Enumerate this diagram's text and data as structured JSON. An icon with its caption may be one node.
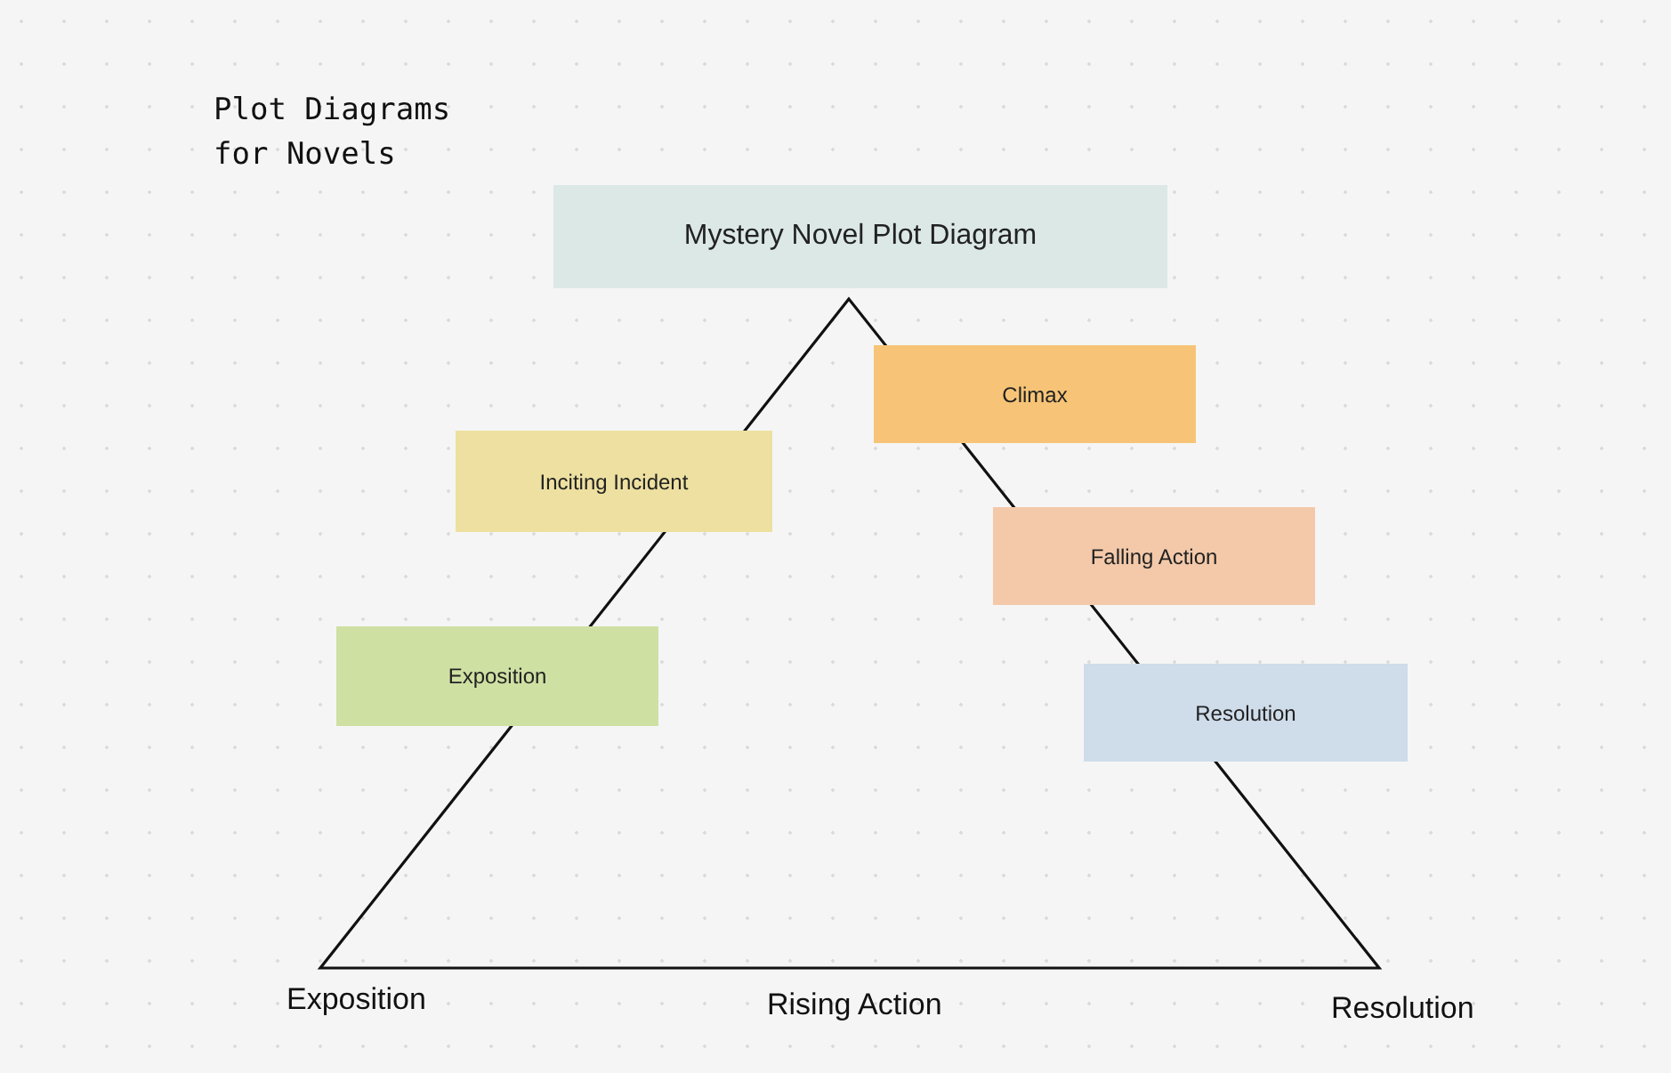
{
  "diagram": {
    "title": "Plot Diagrams for Novels",
    "nodes": [
      {
        "text": [
          "Mystery Novel Plot Diagram"
        ]
      },
      {
        "text": [
          "Climax"
        ]
      },
      {
        "text": [
          "Inciting Incident"
        ]
      },
      {
        "text": [
          "Falling Action"
        ]
      },
      {
        "text": [
          "Exposition"
        ]
      },
      {
        "text": [
          "Resolution"
        ]
      }
    ],
    "labels": [
      "Exposition",
      "Rising Action",
      "Resolution"
    ]
  }
}
